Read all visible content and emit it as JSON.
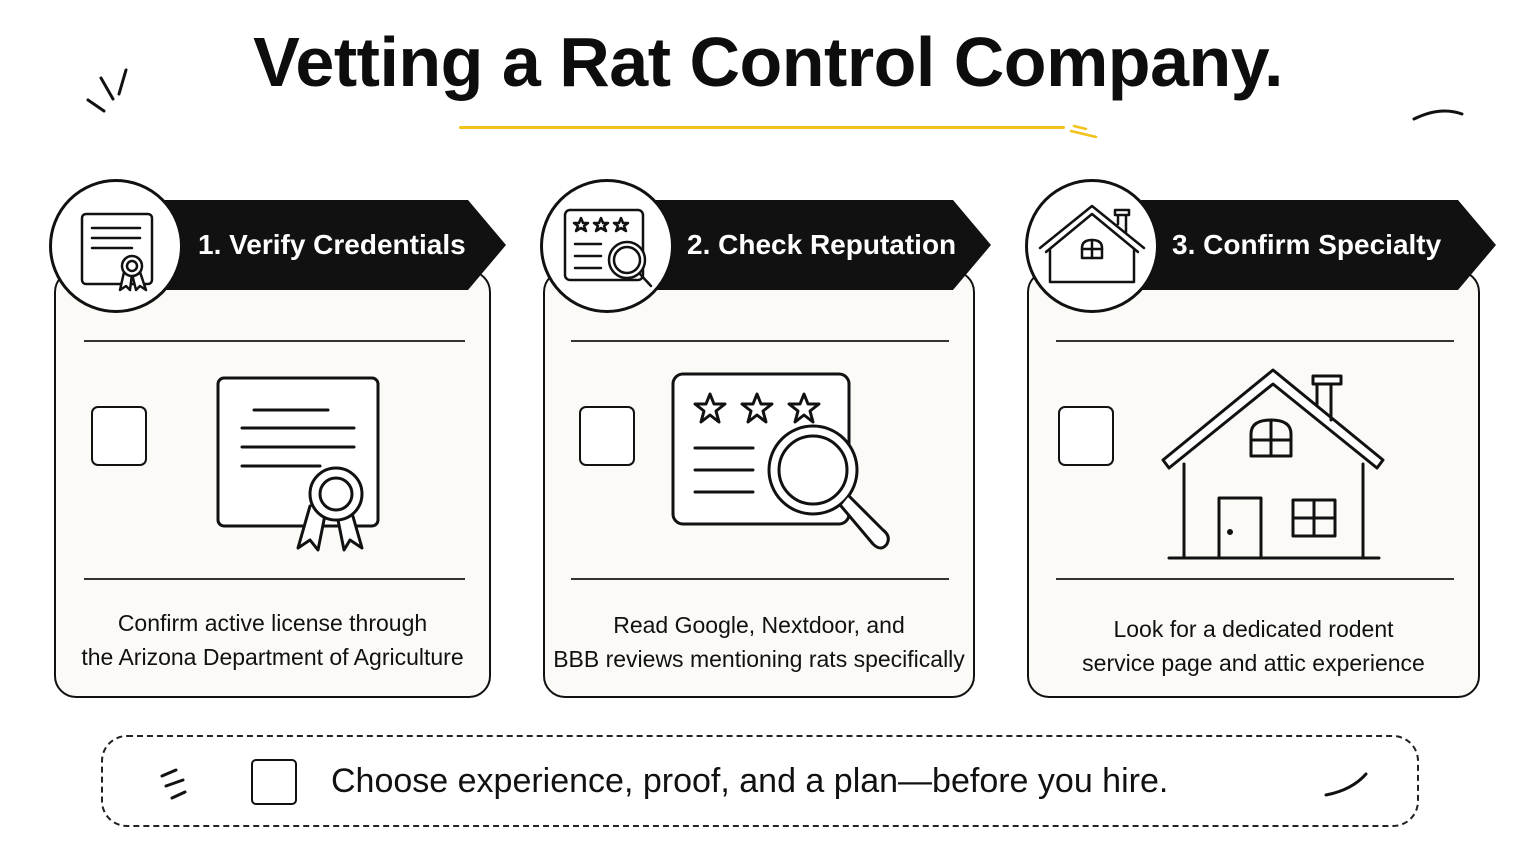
{
  "title": "Vetting a Rat Control Company.",
  "accent_color": "#f2c21b",
  "steps": [
    {
      "label": "1. Verify Credentials",
      "icon": "certificate-icon",
      "illustration": "certificate-illustration",
      "description_lines": [
        "Confirm active license through",
        "the Arizona Department of Agriculture"
      ]
    },
    {
      "label": "2. Check Reputation",
      "icon": "review-search-icon",
      "illustration": "review-search-illustration",
      "description_lines": [
        "Read Google, Nextdoor, and",
        "BBB reviews mentioning rats specifically"
      ]
    },
    {
      "label": "3. Confirm Specialty",
      "icon": "house-icon",
      "illustration": "house-illustration",
      "description_lines": [
        "Look for a dedicated rodent",
        "service page and attic experience"
      ]
    }
  ],
  "footer": {
    "text": "Choose experience, proof, and a plan—before you hire."
  }
}
